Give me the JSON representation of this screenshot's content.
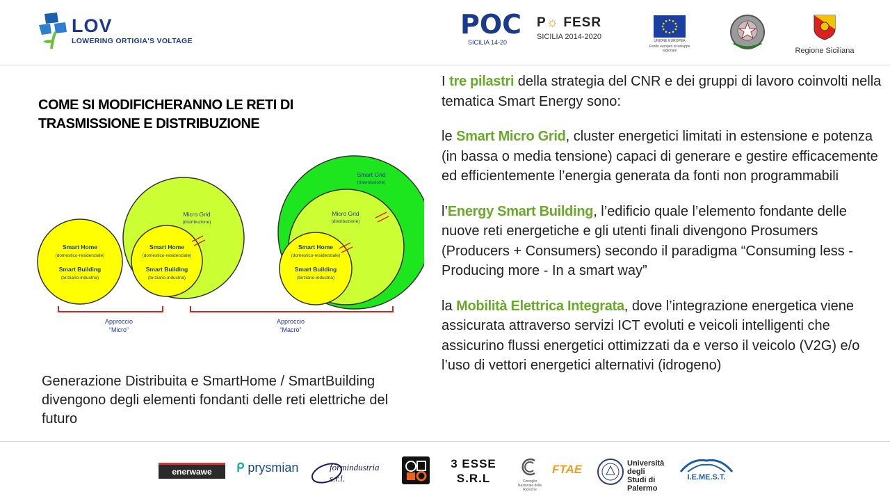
{
  "header": {
    "brand": "LOV",
    "brand_subtitle": "LOWERING ORTIGIA'S VOLTAGE",
    "poc_label": "POC",
    "poc_sub": "SICILIA 14-20",
    "fesr_label": "FESR",
    "fesr_sub": "SICILIA 2014-2020",
    "eu_caption": "UNIONE EUROPEA",
    "eu_caption_2": "Fondo europeo di sviluppo regionale",
    "region_label": "Regione Siciliana"
  },
  "left": {
    "heading_line1": "COME SI MODIFICHERANNO LE RETI DI",
    "heading_line2": "TRASMISSIONE E DISTRIBUZIONE",
    "caption": "Generazione Distribuita e SmartHome / SmartBuilding divengono degli elementi fondanti delle reti elettriche del futuro"
  },
  "diagram": {
    "smart_home": "Smart Home",
    "smart_home_sub": "(domestico-residenziale)",
    "smart_building": "Smart Building",
    "smart_building_sub": "(terziario-industria)",
    "micro_grid": "Micro Grid",
    "micro_grid_sub": "(distribuzione)",
    "smart_grid": "Smart Grid",
    "smart_grid_sub": "(trasmissione)",
    "approach_micro_1": "Approccio",
    "approach_micro_2": "“Micro”",
    "approach_macro_1": "Approccio",
    "approach_macro_2": "“Macro”",
    "colors": {
      "yellow": "#ffff00",
      "lime": "#ccff33",
      "green": "#1ee61e",
      "bracket": "#d9241c",
      "label": "#1f3a8f"
    }
  },
  "right": {
    "p1_pre": "I ",
    "p1_hl": "tre pilastri",
    "p1_post": " della strategia del CNR e dei gruppi di lavoro coinvolti nella tematica Smart Energy sono:",
    "p2_pre": "le ",
    "p2_hl": "Smart Micro Grid",
    "p2_post": ", cluster energetici limitati in estensione e potenza (in bassa o media tensione) capaci di generare e gestire efficacemente ed efficientemente l’energia generata da fonti non programmabili",
    "p3_pre": "l’",
    "p3_hl": "Energy Smart Building",
    "p3_post": ", l’edificio quale l’elemento fondante delle nuove reti energetiche e gli utenti finali divengono Prosumers (Producers + Consumers) secondo il paradigma “Consuming less - Producing more - In a smart way”",
    "p4_pre": "la ",
    "p4_hl": "Mobilità Elettrica Integrata",
    "p4_post": ", dove l’integrazione energetica viene assicurata attraverso servizi ICT evoluti e veicoli intelligenti che assicurino flussi energetici ottimizzati da e verso il veicolo (V2G) e/o l’uso di vettori energetici alternativi (idrogeno)",
    "highlight_color": "#6aaa2a"
  },
  "footer": {
    "enerwawe": "enerwawe",
    "prysmian": "prysmian",
    "formindustria": "formindustria s.r.l.",
    "esse_line1": "3 ESSE",
    "esse_line2": "S.R.L",
    "cnr_caption": "Consiglio Nazionale delle Ricerche",
    "ftae": "FTAE",
    "unipa": "Università degli Studi di Palermo",
    "iemest": "I.E.ME.S.T."
  }
}
